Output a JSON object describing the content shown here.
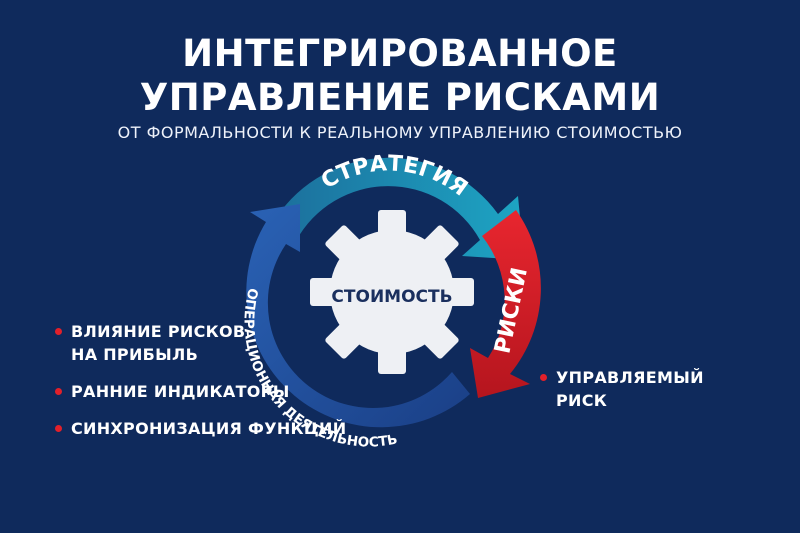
{
  "header": {
    "title_line1": "ИНТЕГРИРОВАННОЕ",
    "title_line2": "УПРАВЛЕНИЕ РИСКАМИ",
    "subtitle": "ОТ ФОРМАЛЬНОСТИ К РЕАЛЬНОМУ УПРАВЛЕНИЮ СТОИМОСТЬЮ"
  },
  "cycle": {
    "center": "СТОИМОСТЬ",
    "top_arc": "СТРАТЕГИЯ",
    "right_arc": "РИСКИ",
    "left_arc": "ОПЕРАЦИОННАЯ ДЕЯТЕЛЬНОСТЬ"
  },
  "bullets_left": [
    {
      "line1": "ВЛИЯНИЕ РИСКОВ",
      "line2": "НА ПРИБЫЛЬ"
    },
    {
      "line1": "РАННИЕ ИНДИКАТОРЫ"
    },
    {
      "line1": "СИНХРОНИЗАЦИЯ ФУНКЦИЙ"
    }
  ],
  "bullet_right": {
    "line1": "УПРАВЛЯЕМЫЙ",
    "line2": "РИСК"
  },
  "colors": {
    "background": "#0f2a5c",
    "teal": "#1a8db0",
    "red": "#d8202a",
    "blue": "#1f4f9e",
    "gear": "#eef0f4",
    "bullet_dot": "#e2202a"
  }
}
